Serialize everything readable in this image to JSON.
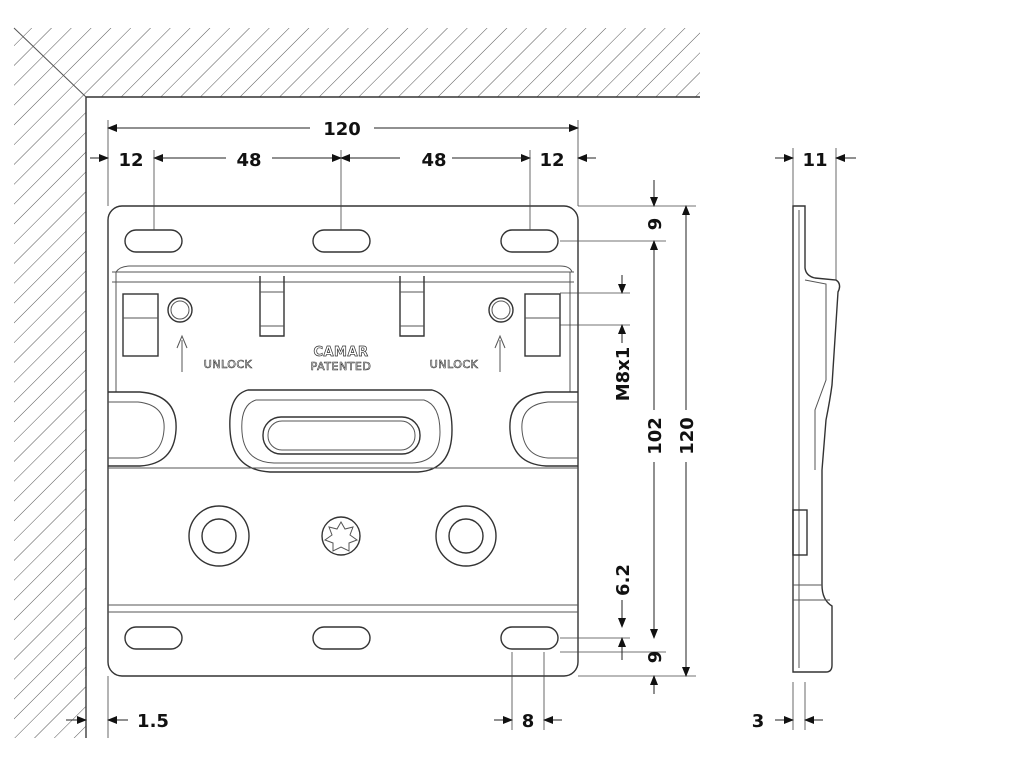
{
  "dimensions": {
    "overall_width": "120",
    "left_edge": "12",
    "left_span": "48",
    "right_span": "48",
    "right_edge": "12",
    "side_depth": "11",
    "top_offset": "9",
    "thread": "M8x1",
    "hook_height": "102",
    "overall_height": "120",
    "lower_offset": "6.2",
    "bottom_offset": "9",
    "wall_gap": "1.5",
    "slot_width": "8",
    "thickness": "3"
  },
  "plate_labels": {
    "brand": "CAMAR",
    "patented": "PATENTED",
    "unlock_left": "UNLOCK",
    "unlock_right": "UNLOCK"
  }
}
